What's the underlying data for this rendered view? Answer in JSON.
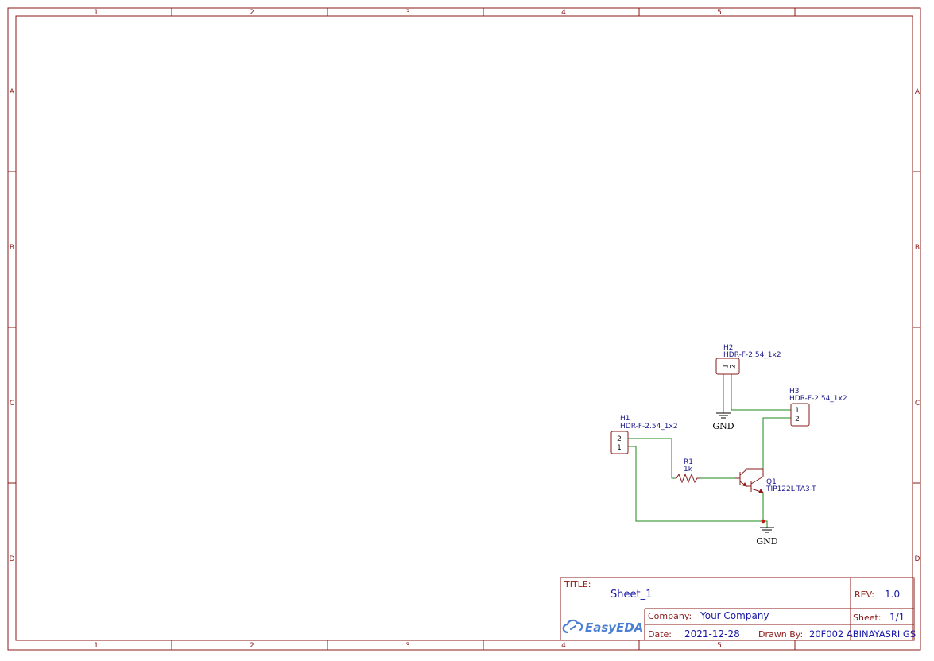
{
  "frame": {
    "columns": [
      "1",
      "2",
      "3",
      "4",
      "5"
    ],
    "rows": [
      "A",
      "B",
      "C",
      "D"
    ]
  },
  "components": {
    "h1": {
      "ref": "H1",
      "value": "HDR-F-2.54_1x2",
      "pin_top": "2",
      "pin_bottom": "1"
    },
    "h2": {
      "ref": "H2",
      "value": "HDR-F-2.54_1x2",
      "pin_left": "1",
      "pin_right": "2"
    },
    "h3": {
      "ref": "H3",
      "value": "HDR-F-2.54_1x2",
      "pin_top": "1",
      "pin_bottom": "2"
    },
    "r1": {
      "ref": "R1",
      "value": "1k"
    },
    "q1": {
      "ref": "Q1",
      "value": "TIP122L-TA3-T"
    },
    "gnd_top": {
      "label": "GND"
    },
    "gnd_bottom": {
      "label": "GND"
    }
  },
  "title_block": {
    "title_label": "TITLE:",
    "title_value": "Sheet_1",
    "rev_label": "REV:",
    "rev_value": "1.0",
    "company_label": "Company:",
    "company_value": "Your Company",
    "sheet_label": "Sheet:",
    "sheet_value": "1/1",
    "date_label": "Date:",
    "date_value": "2021-12-28",
    "drawn_label": "Drawn By:",
    "drawn_value": "20F002 ABINAYASRI GS",
    "logo_text": "EasyEDA"
  },
  "colors": {
    "frame": "#8b1a1a",
    "wire": "#1a8a1a",
    "label_text": "#1a1a8b",
    "logo": "#4a7fd4"
  }
}
